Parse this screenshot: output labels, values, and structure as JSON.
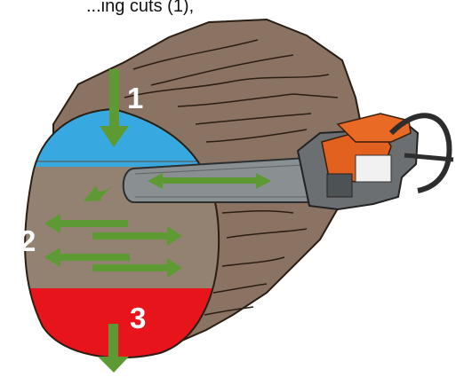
{
  "header": {
    "caption_fragment": "...ing cuts (1),"
  },
  "steps": [
    {
      "number": "1",
      "zone_color": "#37a9e0"
    },
    {
      "number": "2",
      "zone_color": "#938172"
    },
    {
      "number": "3",
      "zone_color": "#e8141c"
    }
  ],
  "colors": {
    "log_bark": "#8a7362",
    "bark_lines": "#2a1d12",
    "arrow": "#5e9a34",
    "saw_body": "#e2611e",
    "saw_bar": "#8a8f91"
  },
  "icons": {
    "saw": "chainsaw-icon",
    "arrow_down": "arrow-down-icon",
    "arrow_double": "double-arrow-icon"
  }
}
